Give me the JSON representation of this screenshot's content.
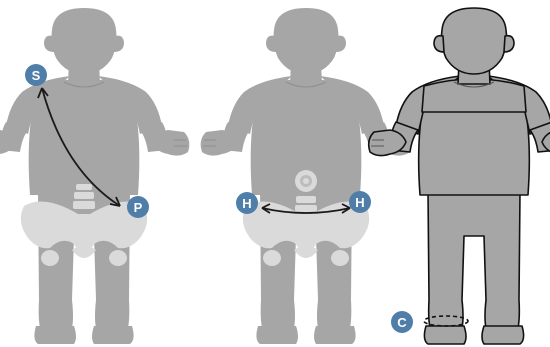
{
  "colors": {
    "figure": "#a6a6a6",
    "figure_dark": "#8f8f8f",
    "figure_light": "#c9c9c9",
    "bone": "#dadada",
    "bone_light": "#ececec",
    "outline": "#111111",
    "marker": "#4f7fa8",
    "marker_text": "#ffffff",
    "arrow": "#1a1a1a"
  },
  "panels": [
    {
      "name": "shoulder-to-pelvis-panel",
      "markers": [
        {
          "name": "shoulder-marker",
          "label": "S"
        },
        {
          "name": "pelvis-marker",
          "label": "P"
        }
      ]
    },
    {
      "name": "hip-width-panel",
      "markers": [
        {
          "name": "hip-left-marker",
          "label": "H"
        },
        {
          "name": "hip-right-marker",
          "label": "H"
        }
      ]
    },
    {
      "name": "calf-circumference-panel",
      "markers": [
        {
          "name": "calf-marker",
          "label": "C"
        }
      ]
    }
  ]
}
